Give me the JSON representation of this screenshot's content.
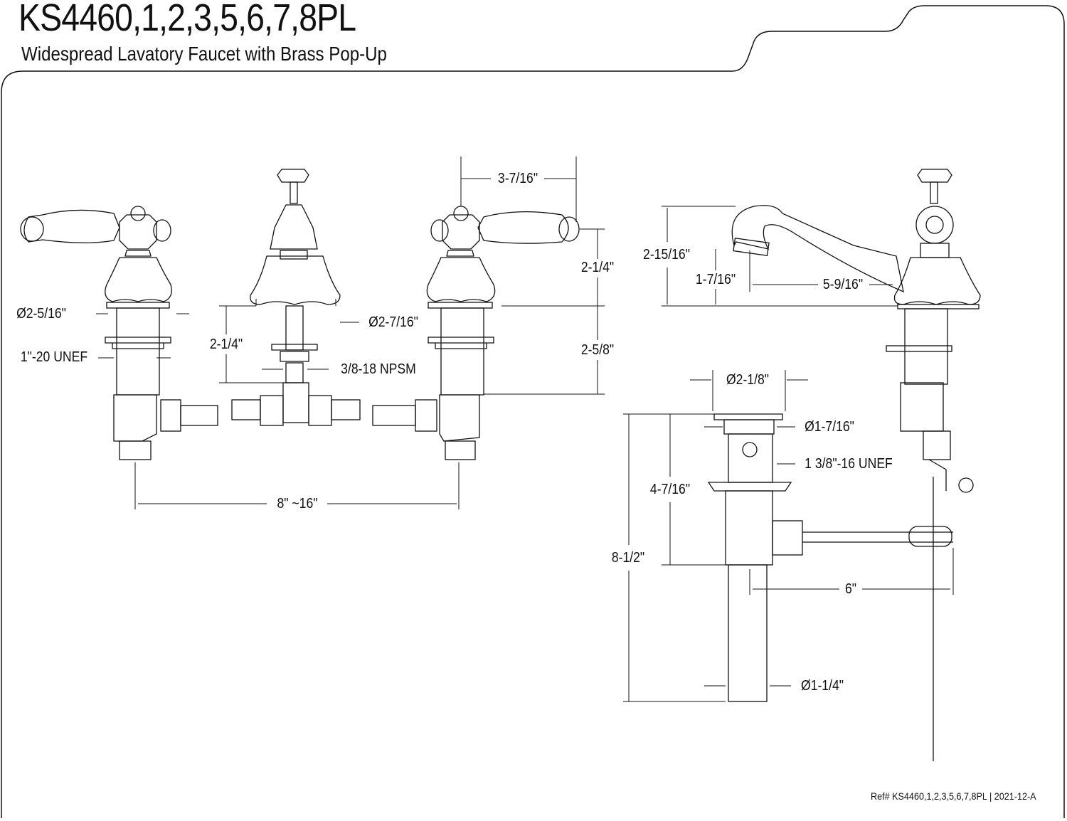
{
  "header": {
    "title": "KS4460,1,2,3,5,6,7,8PL",
    "subtitle": "Widespread Lavatory Faucet with Brass Pop-Up"
  },
  "dimensions": {
    "handle_depth": "3-7/16\"",
    "handle_height": "2-1/4\"",
    "shank_length_right": "2-5/8\"",
    "handle_base_dia": "Ø2-5/16\"",
    "handle_thread": "1\"-20 UNEF",
    "spout_shank_length": "2-1/4\"",
    "spout_base_dia": "Ø2-7/16\"",
    "spout_thread": "3/8-18 NPSM",
    "spread": "8\" ~16\"",
    "spout_height": "2-15/16\"",
    "aerator_height": "1-7/16\"",
    "spout_reach": "5-9/16\"",
    "drain_flange_dia": "Ø2-1/8\"",
    "drain_body_dia": "Ø1-7/16\"",
    "drain_thread": "1 3/8\"-16 UNEF",
    "drain_upper_length": "4-7/16\"",
    "drain_total_length": "8-1/2\"",
    "lift_rod_distance": "6\"",
    "tailpiece_dia": "Ø1-1/4\""
  },
  "footer": {
    "ref": "Ref# KS4460,1,2,3,5,6,7,8PL | 2021-12-A"
  }
}
